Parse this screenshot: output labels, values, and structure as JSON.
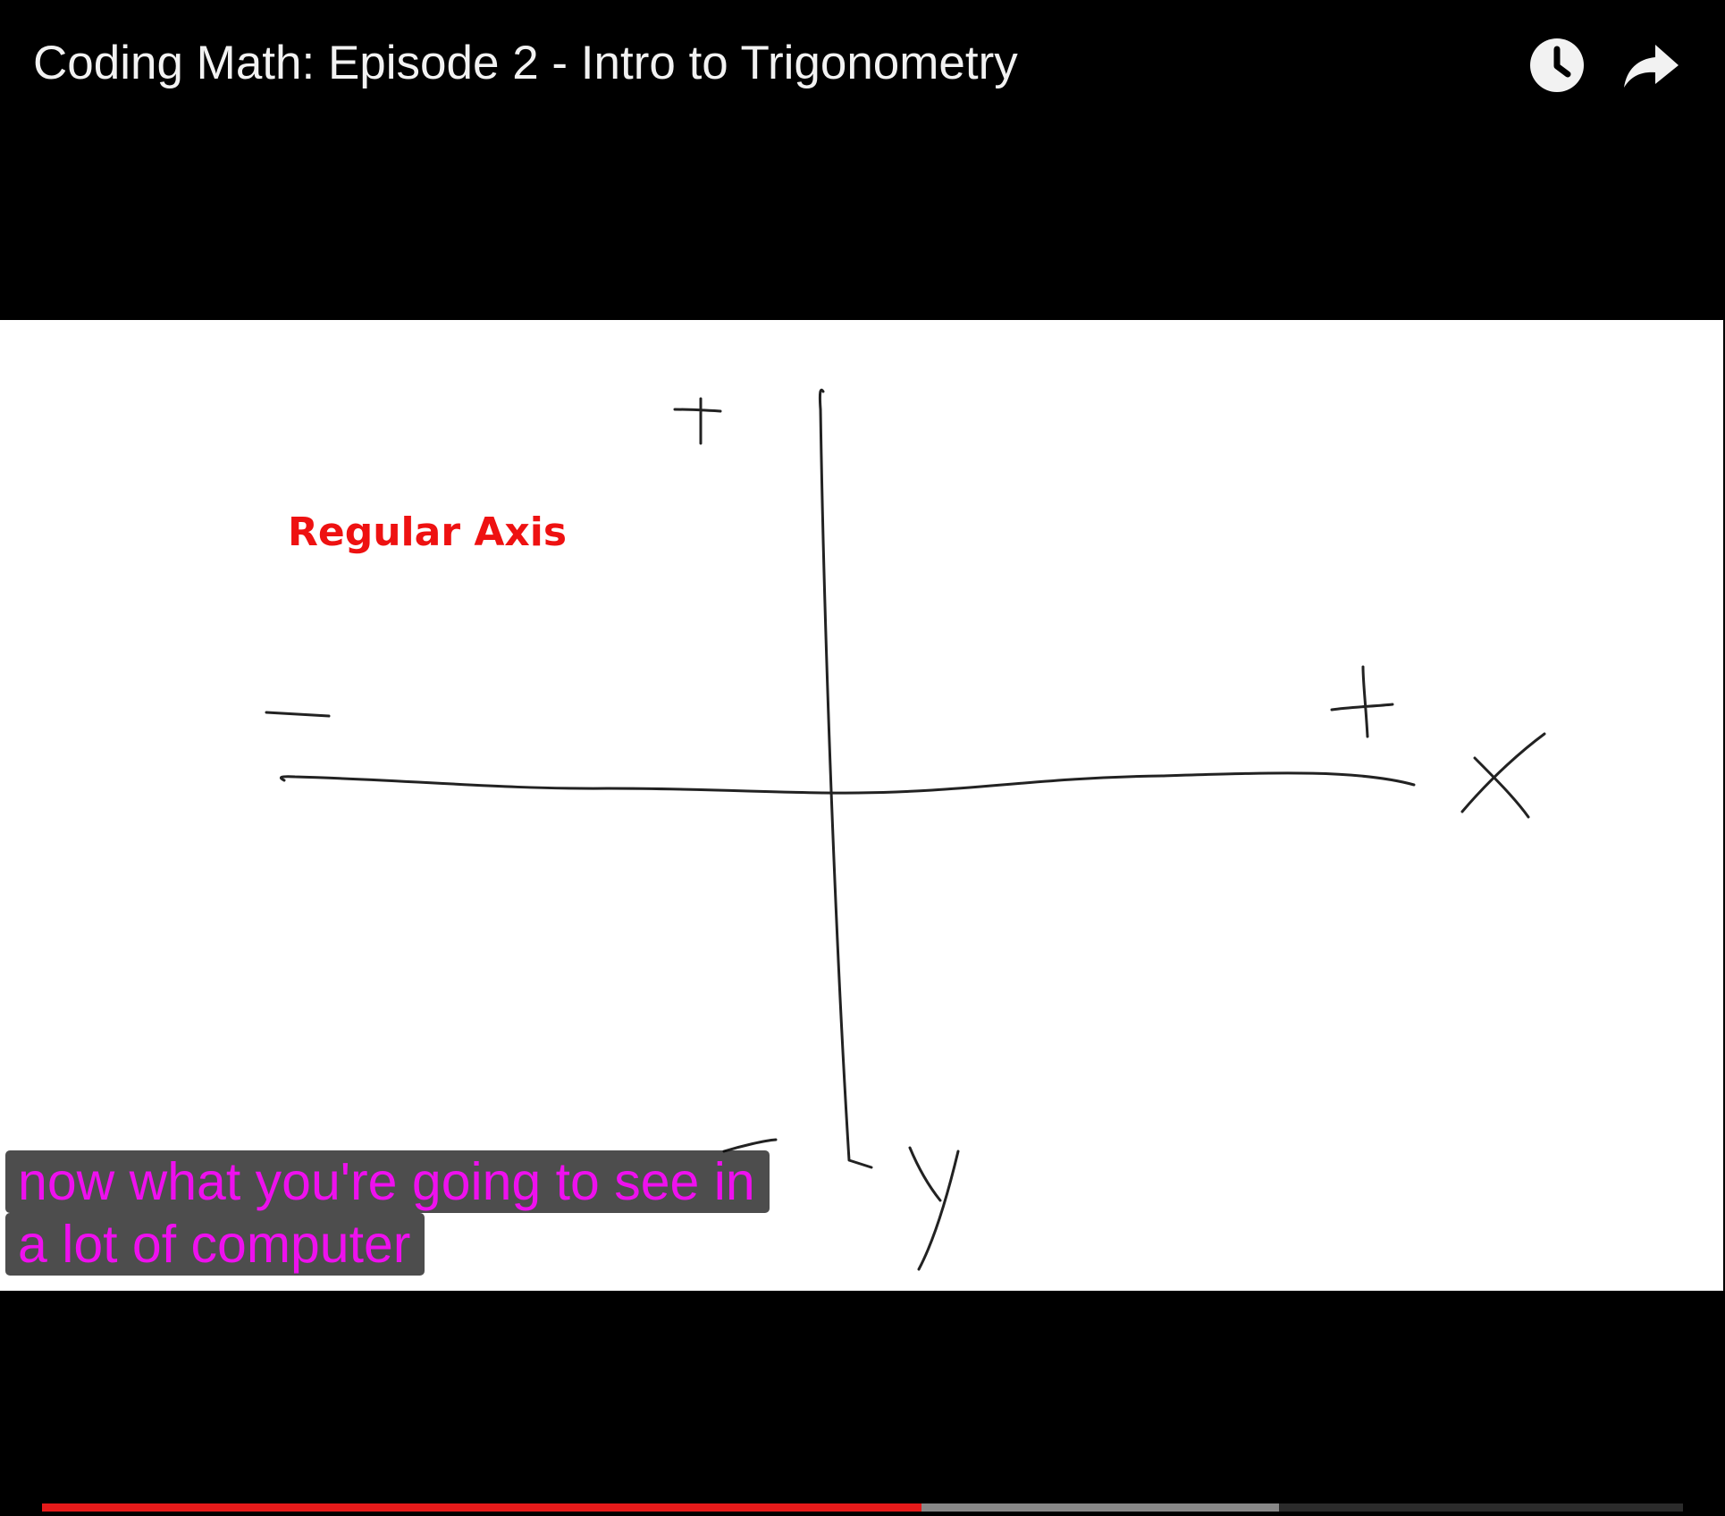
{
  "header": {
    "title": "Coding Math: Episode 2 - Intro to Trigonometry",
    "icons": [
      "clock-icon",
      "share-arrow-icon"
    ]
  },
  "video": {
    "annotation_label": "Regular Axis",
    "drawing_labels": {
      "x_axis": "X",
      "y_axis": "Y",
      "positive": "+",
      "negative": "−"
    }
  },
  "captions": {
    "lines": [
      "now what you're going to see in",
      "a lot of computer"
    ]
  },
  "progress": {
    "played_fraction": 0.536,
    "buffered_fraction": 0.754
  },
  "colors": {
    "caption_text": "#ee10ee",
    "annotation_text": "#ee1111",
    "progress_played": "#e61a1a",
    "progress_buffered": "#888888"
  }
}
